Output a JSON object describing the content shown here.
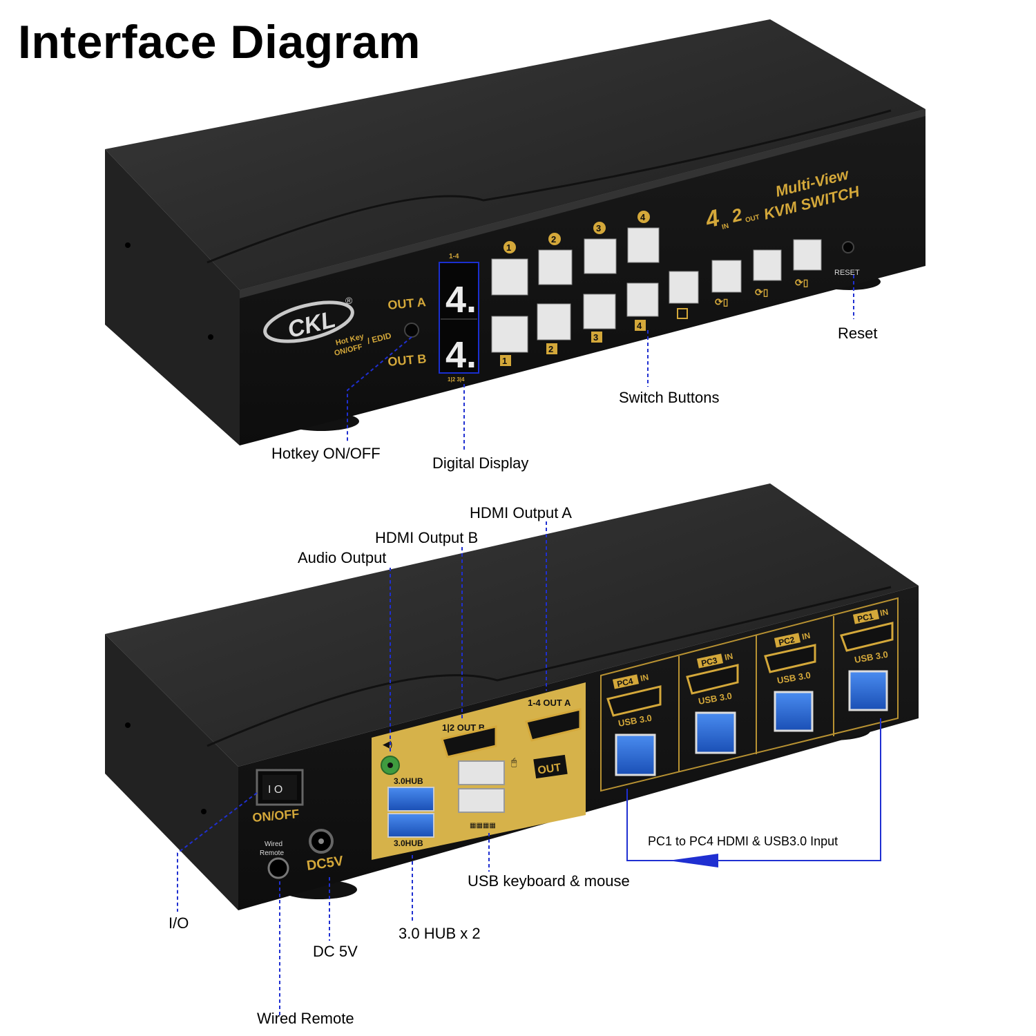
{
  "title": "Interface Diagram",
  "device": {
    "brand": "CKL",
    "brand_mark": "®",
    "model_line1": "Multi-View",
    "model_in_num": "4",
    "model_in": "IN",
    "model_out_num": "2",
    "model_out": "OUT",
    "model_line2": "KVM SWITCH",
    "front": {
      "out_a_label": "OUT A",
      "out_b_label": "OUT B",
      "display_a": "4.",
      "display_b": "4.",
      "display_top_tag": "1-4",
      "display_bottom_tag": "1|2 3|4",
      "hotkey_label_1": "Hot Key",
      "hotkey_label_2": "ON/OFF",
      "hotkey_label_3": "/ EDID",
      "top_numbers": [
        "1",
        "2",
        "3",
        "4"
      ],
      "bottom_numbers": [
        "1",
        "2",
        "3",
        "4"
      ],
      "reset_label": "RESET"
    },
    "rear": {
      "out_a_label": "1-4 OUT A",
      "out_b_label": "1|2 OUT B",
      "out_tag": "OUT",
      "hub_top": "3.0HUB",
      "hub_bottom": "3.0HUB",
      "onoff": "ON/OFF",
      "wired_remote_1": "Wired",
      "wired_remote_2": "Remote",
      "dc5v": "DC5V",
      "pc_ports": [
        {
          "pc": "PC4",
          "in": "IN",
          "usb": "USB 3.0"
        },
        {
          "pc": "PC3",
          "in": "IN",
          "usb": "USB 3.0"
        },
        {
          "pc": "PC2",
          "in": "IN",
          "usb": "USB 3.0"
        },
        {
          "pc": "PC1",
          "in": "IN",
          "usb": "USB 3.0"
        }
      ]
    }
  },
  "callouts": {
    "reset": "Reset",
    "switch_buttons": "Switch Buttons",
    "hotkey": "Hotkey ON/OFF",
    "digital_display": "Digital Display",
    "hdmi_a": "HDMI Output A",
    "hdmi_b": "HDMI Output B",
    "audio": "Audio Output",
    "pc_inputs": "PC1 to PC4 HDMI & USB3.0 Input",
    "usb_km": "USB keyboard & mouse",
    "io": "I/O",
    "hub": "3.0 HUB x 2",
    "dc5v": "DC 5V",
    "wired_remote": "Wired Remote"
  },
  "colors": {
    "leader_line": "#1f2fd1",
    "body": "#1f1f1f",
    "gold": "#d4a83a"
  }
}
